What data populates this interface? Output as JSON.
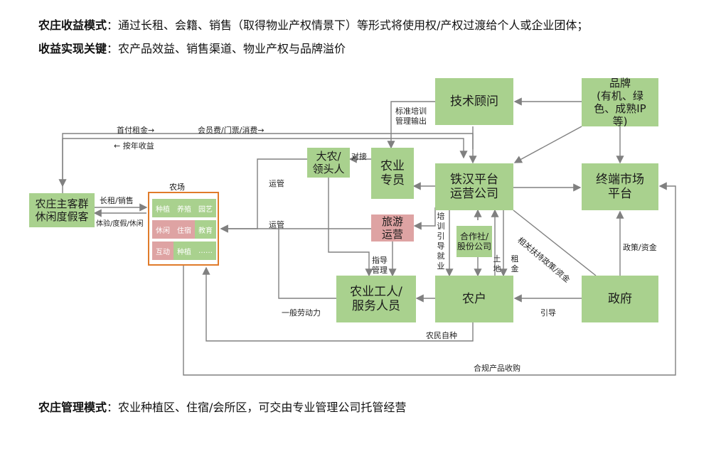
{
  "header": {
    "line1_bold": "农庄收益模式",
    "line1_text": "：通过长租、会籍、销售（取得物业产权情景下）等形式将使用权/产权过渡给个人或企业团体；",
    "line2_bold": "收益实现关键",
    "line2_text": "：农产品效益、销售渠道、物业产权与品牌溢价"
  },
  "footer": {
    "line3_bold": "农庄管理模式",
    "line3_text": "：农业种植区、住宿/会所区，可交由专业管理公司托管经营"
  },
  "nodes": {
    "tech": "技术顾问",
    "brand": "品牌\n(有机、绿\n色、成熟IP\n等)",
    "tiehan": "铁汉平台\n运营公司",
    "market": "终端市场\n平台",
    "daneng": "大农/\n领头人",
    "expert": "农业\n专员",
    "tourism": "旅游\n运营",
    "coop": "合作社/\n股份公司",
    "worker": "农业工人/\n服务人员",
    "farmer": "农户",
    "gov": "政府",
    "guests": "农庄主客群\n休闲度假客"
  },
  "farm": {
    "title": "农场",
    "cells": [
      "种植",
      "养殖",
      "园艺",
      "休闲",
      "住宿",
      "教育",
      "互动",
      "种植",
      "……"
    ]
  },
  "labels": {
    "first_rent": "首付租金",
    "annual": "按年收益",
    "member_fee": "会员费/门票/消费",
    "standard": "标准培训",
    "mgmt_out": "管理输出",
    "connect": "对接",
    "ops1": "运管",
    "ops2": "运管",
    "lease_sale": "长租/销售",
    "experience": "体验/度假/休闲",
    "guide_mgmt1": "指导",
    "guide_mgmt2": "管理",
    "training": "培训引导就业",
    "land": "土地",
    "rent": "租金",
    "policy_fund": "相关扶持政策/资金",
    "policy": "政策/资金",
    "labor": "一般劳动力",
    "guide": "引导",
    "self_plant": "农民自种",
    "purchase": "合规产品收购"
  },
  "colors": {
    "box": "#a9d18e",
    "pink": "#dea3a3",
    "farm_border": "#e07b2a",
    "line": "#808080"
  }
}
